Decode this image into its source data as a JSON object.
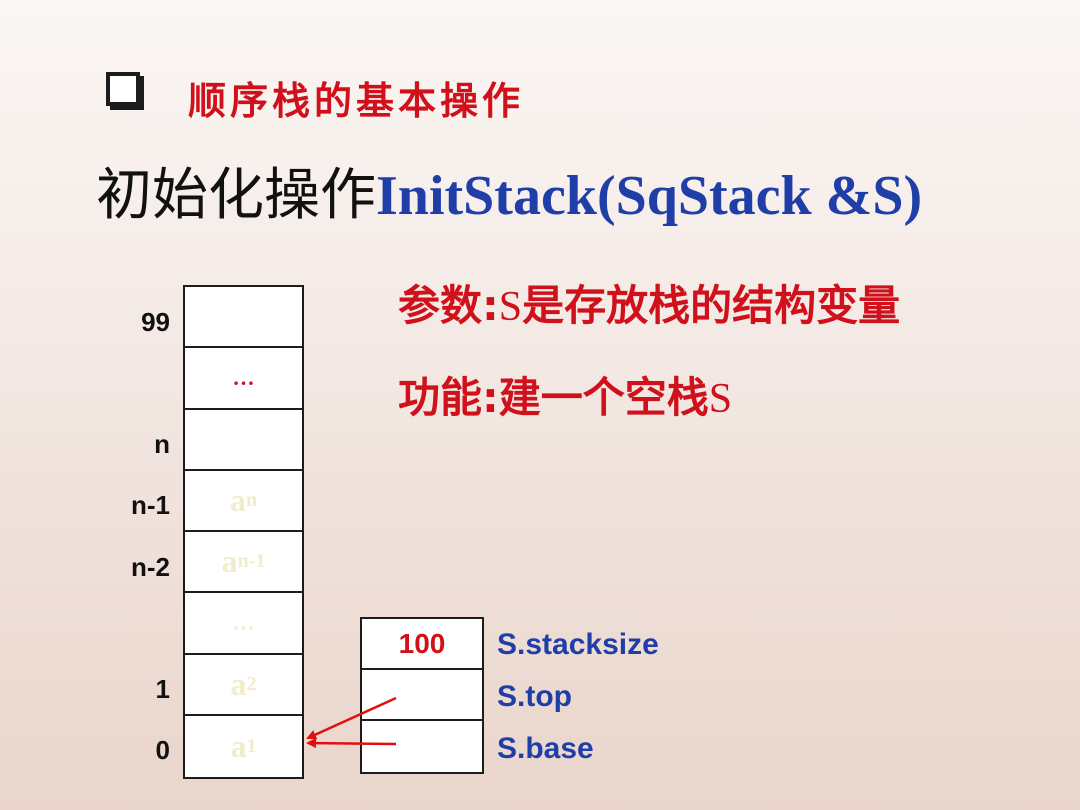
{
  "heading": "顺序栈的基本操作",
  "title": {
    "cn": "初始化操作",
    "fn": "InitStack(SqStack &S)"
  },
  "param": {
    "prefix": "参数:",
    "s": "S",
    "text": "是存放栈的结构变量"
  },
  "func": {
    "prefix": "功能:建一个空栈",
    "s": "S"
  },
  "stack": {
    "indices": [
      "99",
      "",
      "n",
      "n-1",
      "n-2",
      "",
      "1",
      "0"
    ],
    "cells": [
      {
        "base": "",
        "sub": ""
      },
      {
        "base": "…",
        "sub": ""
      },
      {
        "base": "",
        "sub": ""
      },
      {
        "base": "a",
        "sub": "n"
      },
      {
        "base": "a",
        "sub": "n-1"
      },
      {
        "base": "…",
        "sub": ""
      },
      {
        "base": "a",
        "sub": "2"
      },
      {
        "base": "a",
        "sub": "1"
      }
    ]
  },
  "struct": {
    "values": [
      "100",
      "",
      ""
    ],
    "labels": [
      "S.stacksize",
      "S.top",
      "S.base"
    ]
  },
  "colors": {
    "accent_red": "#d0101a",
    "blue": "#1f3ea8",
    "pale": "#f0eccc"
  }
}
